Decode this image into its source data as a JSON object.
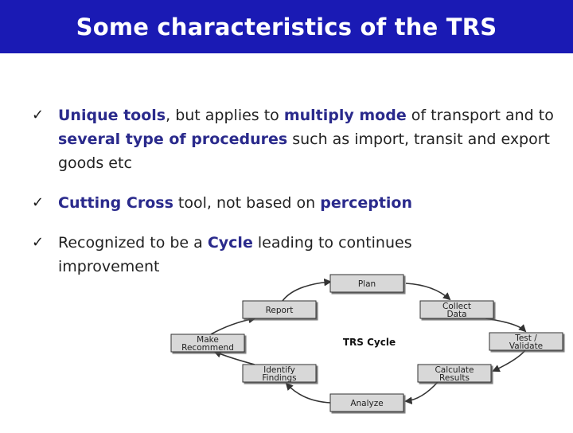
{
  "title": "Some characteristics of the TRS",
  "bullets": [
    {
      "check": "✓",
      "segments": [
        {
          "text": "Unique tools",
          "hl": true
        },
        {
          "text": ", but applies to ",
          "hl": false
        },
        {
          "text": "multiply mode",
          "hl": true
        },
        {
          "text": " of transport and to ",
          "hl": false
        },
        {
          "text": "several type of procedures",
          "hl": true
        },
        {
          "text": " such as import, transit and export goods etc",
          "hl": false
        }
      ]
    },
    {
      "check": "✓",
      "segments": [
        {
          "text": "Cutting Cross",
          "hl": true
        },
        {
          "text": " tool, not based on ",
          "hl": false
        },
        {
          "text": "perception",
          "hl": true
        }
      ]
    },
    {
      "check": "✓",
      "segments": [
        {
          "text": "Recognized to be a ",
          "hl": false
        },
        {
          "text": "Cycle",
          "hl": true
        },
        {
          "text": " leading to continues improvement",
          "hl": false
        }
      ]
    }
  ],
  "cycle": {
    "center": "TRS Cycle",
    "steps": [
      {
        "lines": [
          "Plan"
        ]
      },
      {
        "lines": [
          "Collect",
          "Data"
        ]
      },
      {
        "lines": [
          "Test /",
          "Validate"
        ]
      },
      {
        "lines": [
          "Calculate",
          "Results"
        ]
      },
      {
        "lines": [
          "Analyze"
        ]
      },
      {
        "lines": [
          "Identify",
          "Findings"
        ]
      },
      {
        "lines": [
          "Make",
          "Recommend"
        ]
      },
      {
        "lines": [
          "Report"
        ]
      }
    ]
  },
  "colors": {
    "title_bg": "#1a1ab4",
    "highlight": "#2a2a8c",
    "box_fill": "#d8d8d8"
  }
}
